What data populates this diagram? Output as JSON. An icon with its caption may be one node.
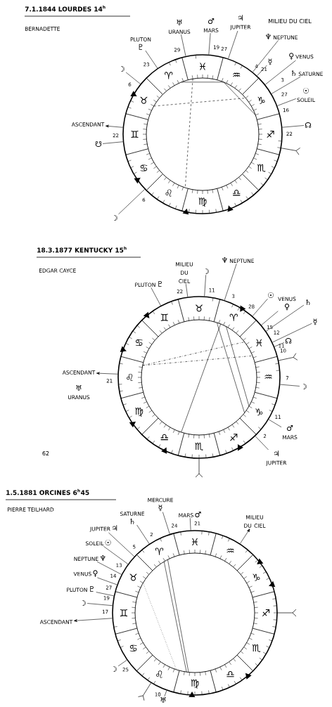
{
  "diagram": {
    "nodes": [
      {
        "text": [],
        "shape": "circle"
      },
      {
        "text": [
          "PLUTON",
          "♇"
        ]
      },
      {
        "text": [
          "☽"
        ]
      },
      {
        "text": [
          "♅",
          "URANUS"
        ]
      },
      {
        "text": [
          "♂",
          "MARS"
        ]
      },
      {
        "text": [
          "♃",
          "JUPITER"
        ]
      },
      {
        "text": [
          "♆",
          "NEPTUNE"
        ]
      },
      {
        "text": [
          "☿"
        ]
      },
      {
        "text": [
          "♀",
          "VENUS"
        ]
      },
      {
        "text": [
          "♄",
          "SATURNE"
        ]
      },
      {
        "text": [
          "☉",
          "SOLEIL"
        ]
      },
      {
        "text": [
          "ASCENDANT"
        ]
      },
      {
        "text": [
          "☊"
        ]
      },
      {
        "text": [
          "☋"
        ]
      },
      {
        "text": [
          "☽"
        ]
      },
      {
        "text": [],
        "shape": "circle"
      },
      {
        "text": [
          "MILIEU DU CIEL"
        ]
      },
      {
        "text": [
          "PLUTON",
          "♇"
        ]
      },
      {
        "text": [
          "☽"
        ]
      },
      {
        "text": [
          "♆",
          "NEPTUNE"
        ]
      },
      {
        "text": [
          "☉"
        ]
      },
      {
        "text": [
          "VENUS",
          "♀"
        ]
      },
      {
        "text": [
          "♄"
        ]
      },
      {
        "text": [
          "☿"
        ]
      },
      {
        "text": [
          "☊"
        ]
      },
      {
        "text": [
          "ASCENDANT"
        ]
      },
      {
        "text": [
          "♅",
          "URANUS"
        ]
      },
      {
        "text": [
          "☽"
        ]
      },
      {
        "text": [
          "♂",
          "MARS"
        ]
      },
      {
        "text": [
          "♃",
          "JUPITER"
        ]
      },
      {
        "text": [],
        "shape": "circle"
      },
      {
        "text": [
          "MARS",
          "♂"
        ]
      },
      {
        "text": [
          "MILIEU DU CIEL"
        ]
      },
      {
        "text": [
          "MERCURE",
          "☿"
        ]
      },
      {
        "text": [
          "SATURNE",
          "♄"
        ]
      },
      {
        "text": [
          "JUPITER",
          "♃"
        ]
      },
      {
        "text": [
          "SOLEIL",
          "☉"
        ]
      },
      {
        "text": [
          "NEPTUNE",
          "♆"
        ]
      },
      {
        "text": [
          "VENUS",
          "♀"
        ]
      },
      {
        "text": [
          "PLUTON",
          "♇"
        ]
      },
      {
        "text": [
          "☽"
        ]
      },
      {
        "text": [
          "ASCENDANT"
        ]
      },
      {
        "text": [
          "☽"
        ]
      },
      {
        "text": [
          "♅"
        ]
      }
    ],
    "edges": [
      {
        "from": 1,
        "to": 0,
        "arrow": "none"
      },
      {
        "from": 2,
        "to": 0,
        "arrow": "none"
      },
      {
        "from": 3,
        "to": 0,
        "arrow": "none"
      },
      {
        "from": 4,
        "to": 0,
        "arrow": "none"
      },
      {
        "from": 5,
        "to": 0,
        "arrow": "none"
      },
      {
        "from": 6,
        "to": 0,
        "arrow": "none"
      },
      {
        "from": 7,
        "to": 0,
        "arrow": "none"
      },
      {
        "from": 8,
        "to": 0,
        "arrow": "none"
      },
      {
        "from": 9,
        "to": 0,
        "arrow": "none"
      },
      {
        "from": 10,
        "to": 0,
        "arrow": "none"
      },
      {
        "from": 0,
        "to": 11,
        "arrow": "to"
      },
      {
        "from": 12,
        "to": 0,
        "arrow": "none"
      },
      {
        "from": 13,
        "to": 0,
        "arrow": "none"
      },
      {
        "from": 14,
        "to": 0,
        "arrow": "none"
      },
      {
        "from": 16,
        "to": 15,
        "arrow": "none"
      },
      {
        "from": 17,
        "to": 15,
        "arrow": "none"
      },
      {
        "from": 18,
        "to": 15,
        "arrow": "none"
      },
      {
        "from": 19,
        "to": 15,
        "arrow": "none"
      },
      {
        "from": 20,
        "to": 15,
        "arrow": "none"
      },
      {
        "from": 21,
        "to": 15,
        "arrow": "none"
      },
      {
        "from": 22,
        "to": 15,
        "arrow": "none"
      },
      {
        "from": 23,
        "to": 15,
        "arrow": "none"
      },
      {
        "from": 24,
        "to": 15,
        "arrow": "none"
      },
      {
        "from": 15,
        "to": 25,
        "arrow": "to"
      },
      {
        "from": 27,
        "to": 15,
        "arrow": "none"
      },
      {
        "from": 28,
        "to": 15,
        "arrow": "none"
      },
      {
        "from": 29,
        "to": 15,
        "arrow": "none"
      },
      {
        "from": 31,
        "to": 30,
        "arrow": "none"
      },
      {
        "from": 30,
        "to": 32,
        "arrow": "to"
      },
      {
        "from": 33,
        "to": 30,
        "arrow": "none"
      },
      {
        "from": 34,
        "to": 30,
        "arrow": "none"
      },
      {
        "from": 35,
        "to": 30,
        "arrow": "none"
      },
      {
        "from": 36,
        "to": 30,
        "arrow": "none"
      },
      {
        "from": 37,
        "to": 30,
        "arrow": "none"
      },
      {
        "from": 38,
        "to": 30,
        "arrow": "none"
      },
      {
        "from": 39,
        "to": 30,
        "arrow": "none"
      },
      {
        "from": 40,
        "to": 30,
        "arrow": "none"
      },
      {
        "from": 30,
        "to": 41,
        "arrow": "to"
      },
      {
        "from": 42,
        "to": 30,
        "arrow": "none"
      },
      {
        "from": 43,
        "to": 30,
        "arrow": "none"
      }
    ],
    "labels": [
      "7.1.1844 LOURDES 14$^{h}$",
      "BERNADETTE",
      "MILIEU DU CIEL",
      "♈",
      "♉",
      "♊",
      "♋",
      "♌",
      "♍",
      "♎",
      "♏",
      "♐",
      "♑",
      "♒",
      "♓",
      "18.3.1877 KENTUCKY 15$^{h}$",
      "EDGAR CAYCE",
      "♈",
      "♉",
      "♊",
      "♋",
      "♌",
      "♍",
      "♎",
      "♏",
      "♐",
      "♑",
      "♒",
      "♓",
      "62",
      "1.5.1881 ORCINES 6$^{h}$45",
      "PIERRE TEILHARD",
      "♈",
      "♉",
      "♊",
      "♋",
      "♌",
      "♍",
      "♎",
      "♏",
      "♐",
      "♑",
      "♒",
      "♓",
      "23",
      "6",
      "29",
      "19",
      "27",
      "21",
      "4",
      "3",
      "27",
      "16",
      "22",
      "22",
      "6",
      "22",
      "11",
      "3",
      "28",
      "15",
      "12",
      "11",
      "10",
      "21",
      "7",
      "11",
      "2",
      "21",
      "24",
      "2",
      "5",
      "13",
      "14",
      "27",
      "19",
      "17",
      "25",
      "10"
    ]
  }
}
